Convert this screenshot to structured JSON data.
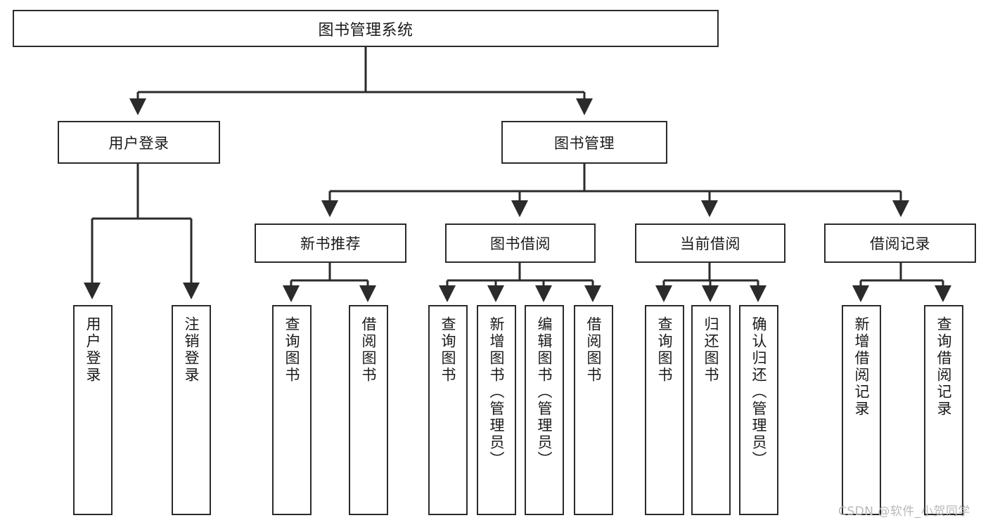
{
  "diagram": {
    "type": "tree",
    "title": "图书管理系统",
    "root": {
      "label": "图书管理系统"
    },
    "level1": [
      {
        "label": "用户登录"
      },
      {
        "label": "图书管理"
      }
    ],
    "level2": [
      {
        "label": "新书推荐"
      },
      {
        "label": "图书借阅"
      },
      {
        "label": "当前借阅"
      },
      {
        "label": "借阅记录"
      }
    ],
    "leaves": {
      "user_login": [
        {
          "label": "用户登录"
        },
        {
          "label": "注销登录"
        }
      ],
      "new_book_recommend": [
        {
          "label": "查询图书"
        },
        {
          "label": "借阅图书"
        }
      ],
      "book_borrow": [
        {
          "label": "查询图书"
        },
        {
          "label": "新增图书（管理员）"
        },
        {
          "label": "编辑图书（管理员）"
        },
        {
          "label": "借阅图书"
        }
      ],
      "current_borrow": [
        {
          "label": "查询图书"
        },
        {
          "label": "归还图书"
        },
        {
          "label": "确认归还（管理员）"
        }
      ],
      "borrow_record": [
        {
          "label": "新增借阅记录"
        },
        {
          "label": "查询借阅记录"
        }
      ]
    }
  },
  "watermark": {
    "text": "CSDN @软件_小贺同学"
  },
  "colors": {
    "stroke": "#2b2b2b",
    "fill": "#ffffff",
    "text": "#1a1a1a",
    "watermark": "#b9b9b9"
  }
}
